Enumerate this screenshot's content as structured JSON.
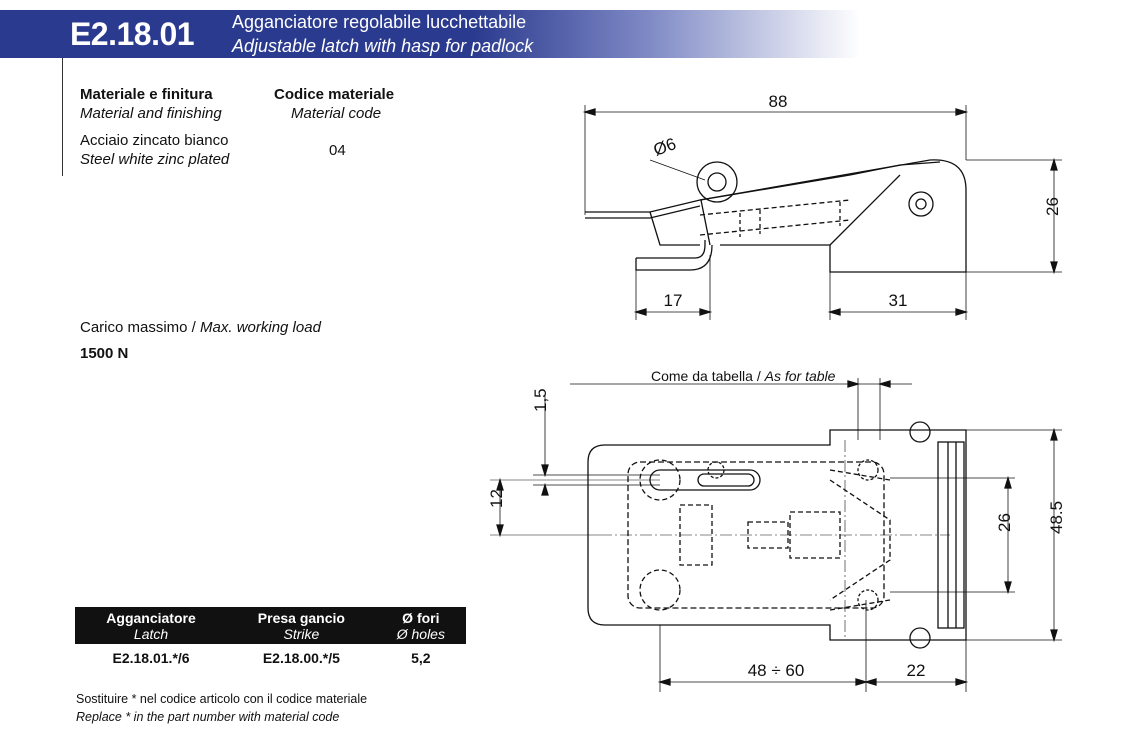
{
  "header": {
    "code": "E2.18.01",
    "title_it": "Agganciatore regolabile lucchettabile",
    "title_en": "Adjustable latch with hasp for padlock",
    "band_color": "#2a3a8e"
  },
  "material": {
    "heading_it": "Materiale e finitura",
    "heading_en": "Material and finishing",
    "value_it": "Acciaio zincato bianco",
    "value_en": "Steel white zinc plated",
    "code_heading_it": "Codice materiale",
    "code_heading_en": "Material code",
    "code_value": "04"
  },
  "load": {
    "label_it": "Carico massimo / ",
    "label_en": "Max. working load",
    "value": "1500 N"
  },
  "table": {
    "headers": [
      {
        "it": "Agganciatore",
        "en": "Latch"
      },
      {
        "it": "Presa gancio",
        "en": "Strike"
      },
      {
        "it": "Ø fori",
        "en": "Ø holes"
      }
    ],
    "row": [
      "E2.18.01.*/6",
      "E2.18.00.*/5",
      "5,2"
    ]
  },
  "notes": {
    "it": "Sostituire * nel codice articolo con il codice materiale",
    "en": "Replace * in the part number with material code"
  },
  "drawing": {
    "side_dims": {
      "overall": "88",
      "hole": "Ø6",
      "height": "26",
      "left": "17",
      "right": "31"
    },
    "top_view": {
      "note_it": "Come da tabella / ",
      "note_en": "As for table",
      "dims": {
        "d15": "1,5",
        "d12": "12",
        "d26": "26",
        "d485": "48.5",
        "length": "48 ÷ 60",
        "d22": "22"
      }
    }
  }
}
